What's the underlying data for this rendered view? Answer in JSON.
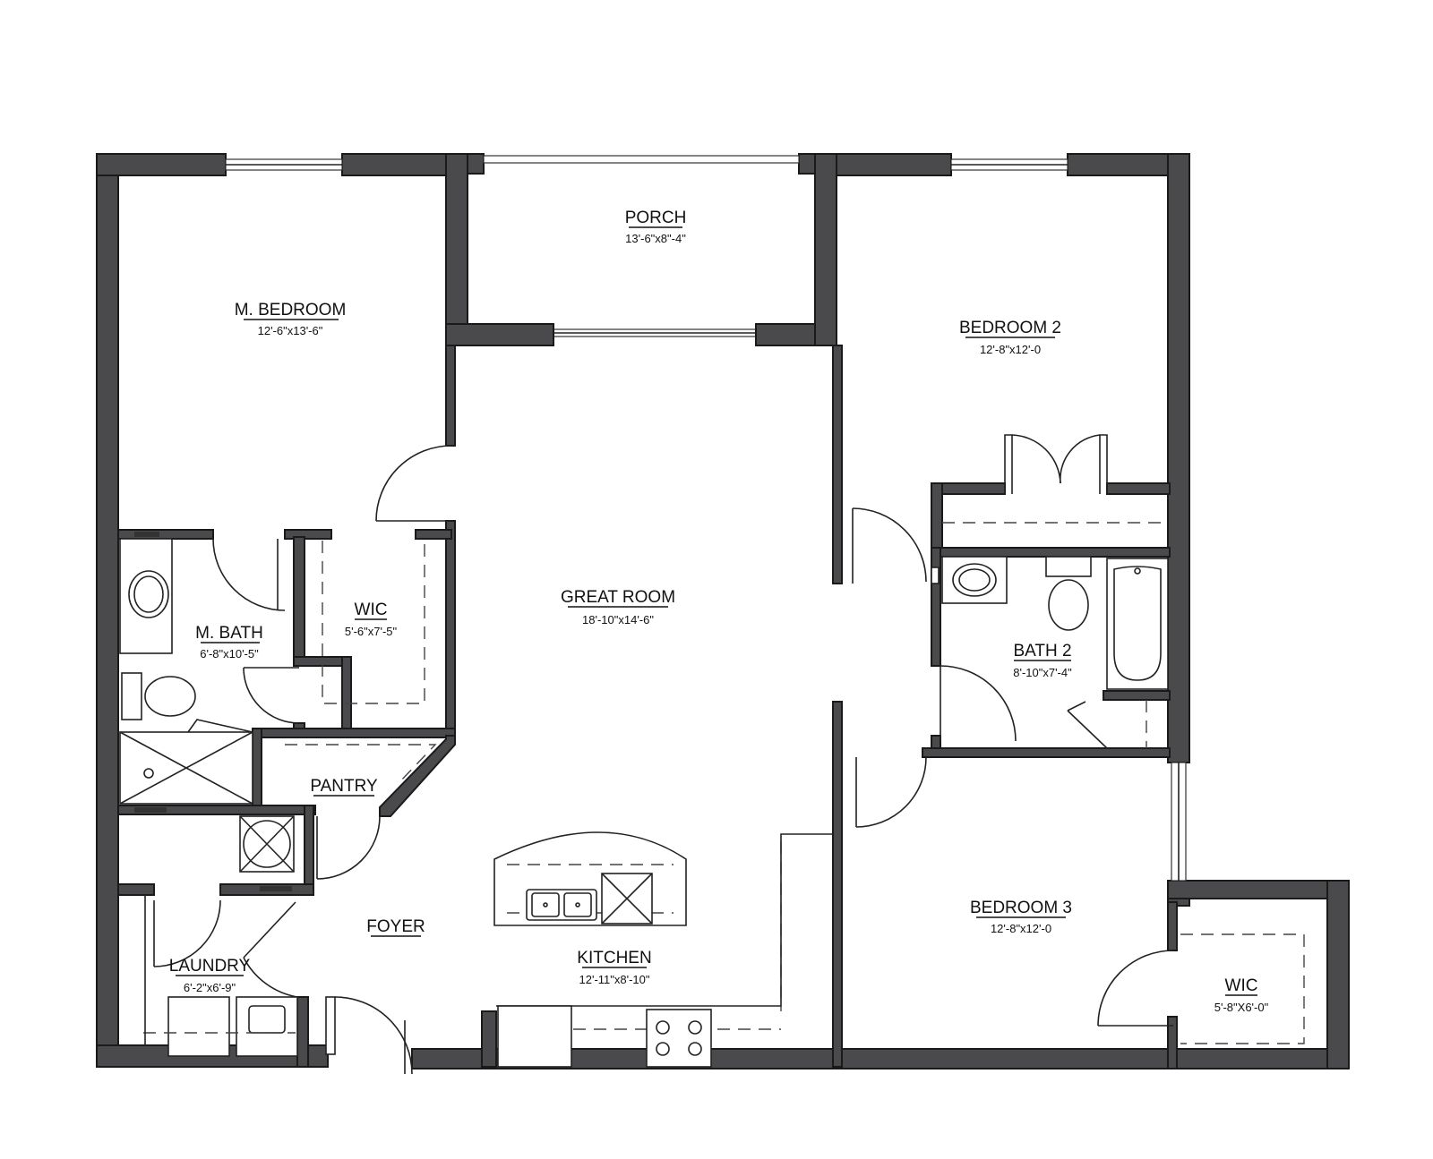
{
  "rooms": {
    "porch": {
      "name": "PORCH",
      "size": "13'-6\"x8\"-4\""
    },
    "master_bedroom": {
      "name": "M. BEDROOM",
      "size": "12'-6\"x13'-6\""
    },
    "bedroom2": {
      "name": "BEDROOM 2",
      "size": "12'-8\"x12'-0"
    },
    "wic_master": {
      "name": "WIC",
      "size": "5'-6\"x7'-5\""
    },
    "great_room": {
      "name": "GREAT ROOM",
      "size": "18'-10\"x14'-6\""
    },
    "master_bath": {
      "name": "M. BATH",
      "size": "6'-8\"x10'-5\""
    },
    "bath2": {
      "name": "BATH 2",
      "size": "8'-10\"x7'-4\""
    },
    "pantry": {
      "name": "PANTRY",
      "size": ""
    },
    "foyer": {
      "name": "FOYER",
      "size": ""
    },
    "bedroom3": {
      "name": "BEDROOM 3",
      "size": "12'-8\"x12'-0"
    },
    "laundry": {
      "name": "LAUNDRY",
      "size": "6'-2\"x6'-9\""
    },
    "kitchen": {
      "name": "KITCHEN",
      "size": "12'-11\"x8'-10\""
    },
    "wic_bedroom3": {
      "name": "WIC",
      "size": "5'-8\"X6'-0\""
    }
  }
}
